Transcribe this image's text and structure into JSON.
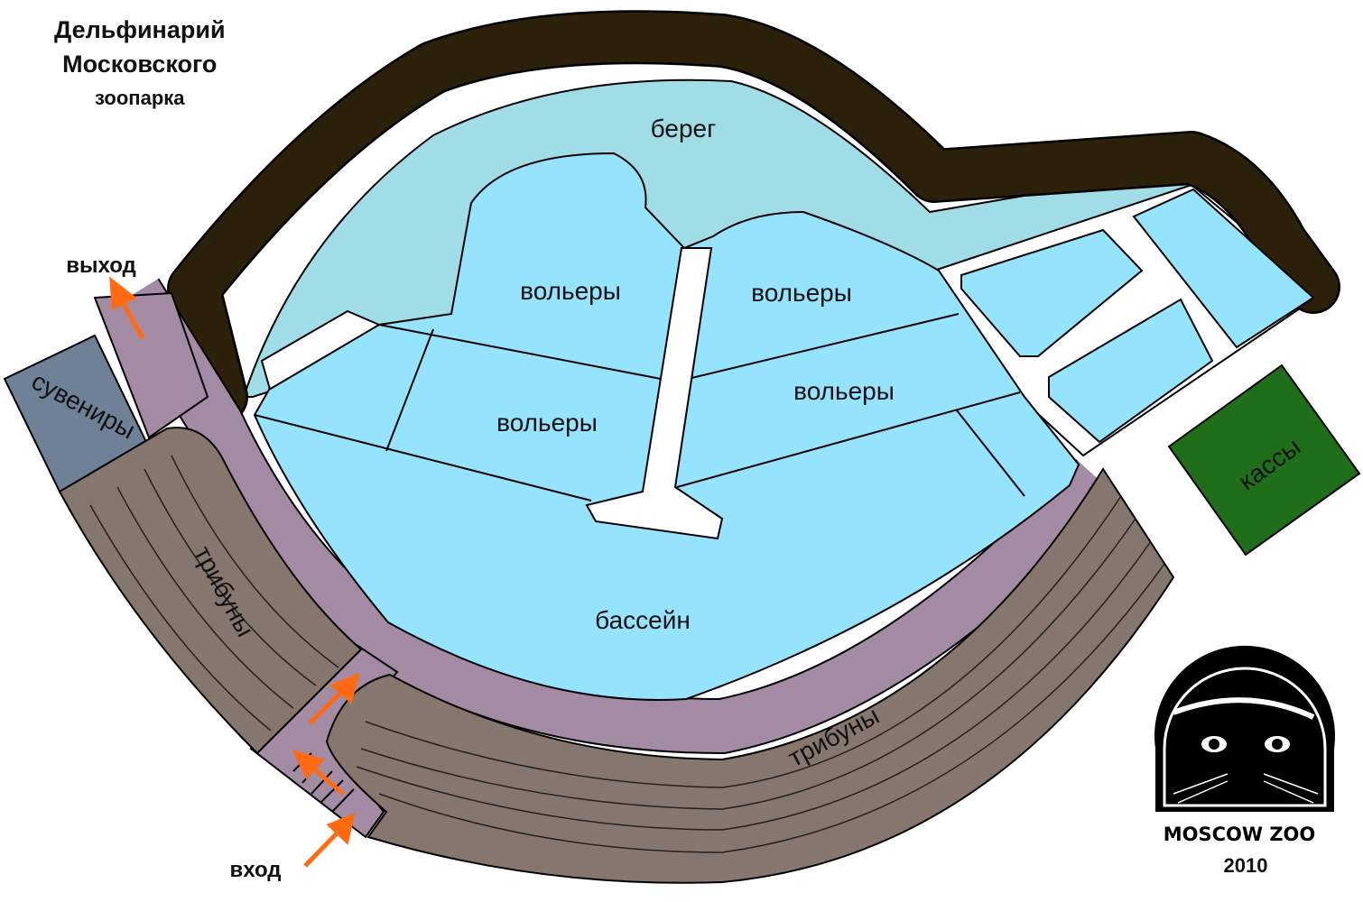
{
  "title": {
    "line1": "Дельфинарий",
    "line2": "Московского",
    "line3": "зоопарка"
  },
  "labels": {
    "shore": "берег",
    "enclosure_1": "вольеры",
    "enclosure_2": "вольеры",
    "enclosure_3": "вольеры",
    "enclosure_4": "вольеры",
    "pool": "бассейн",
    "souvenirs": "сувениры",
    "stands_left": "трибуны",
    "stands_bottom": "трибуны",
    "ticket_office": "кассы",
    "exit": "выход",
    "entrance": "вход"
  },
  "logo": {
    "name": "MOSCOW ZOO",
    "year": "2010"
  },
  "colors": {
    "wall": "#2b2009",
    "shore": "#a0dde6",
    "water": "#95e3fc",
    "walkway": "#a38ba4",
    "stands": "#85766e",
    "souvenirs": "#6e8196",
    "ticket_office": "#1e6e1a",
    "arrow": "#ff6a13"
  }
}
